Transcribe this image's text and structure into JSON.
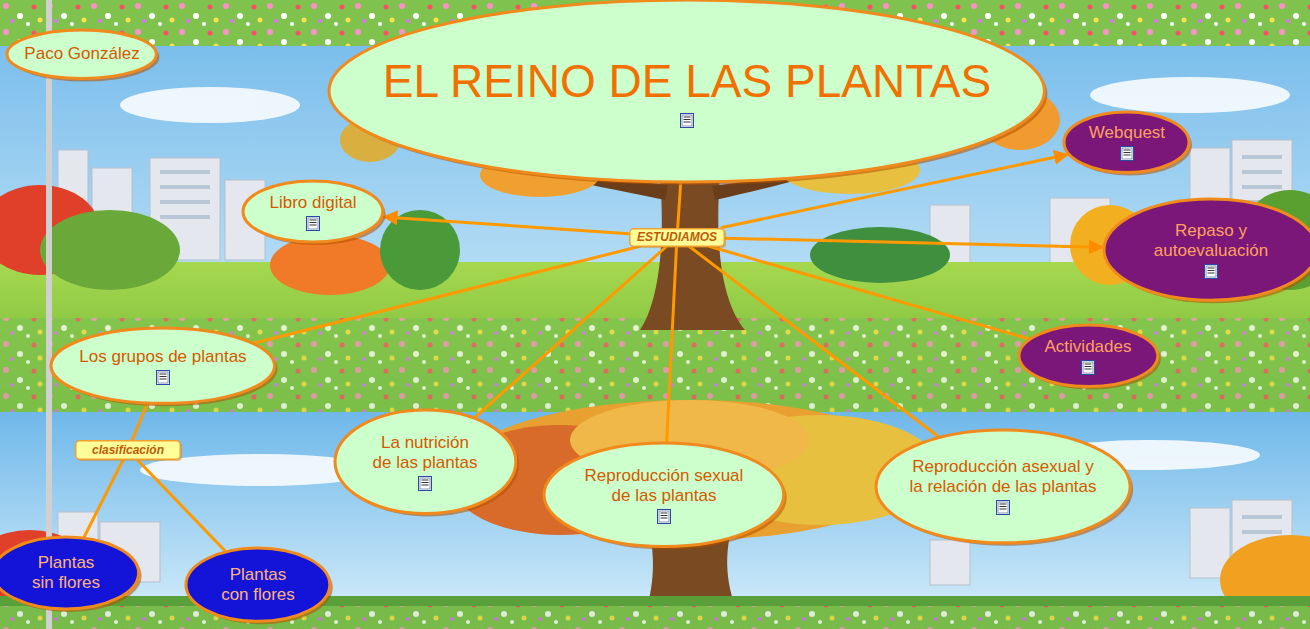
{
  "diagram": {
    "nodes": [
      {
        "text": [
          "Paco González"
        ]
      },
      {
        "text": [
          "EL REINO DE LAS PLANTAS"
        ]
      },
      {
        "text": [
          "Webquest"
        ]
      },
      {
        "text": [
          "Libro digital"
        ]
      },
      {
        "text": [
          "ESTUDIAMOS"
        ]
      },
      {
        "text": [
          "Repaso y autoevaluación"
        ]
      },
      {
        "text": [
          "Los grupos de plantas"
        ]
      },
      {
        "text": [
          "Actividades"
        ]
      },
      {
        "text": [
          "clasificación"
        ]
      },
      {
        "text": [
          "La nutrición de las plantas"
        ]
      },
      {
        "text": [
          "Reproducción sexual de las plantas"
        ]
      },
      {
        "text": [
          "Reproducción asexual y la relación de las plantas"
        ]
      },
      {
        "text": [
          "Plantas sin flores"
        ]
      },
      {
        "text": [
          "Plantas con flores"
        ]
      }
    ],
    "edges": [
      {
        "from": 1,
        "to": 4,
        "arrow": "none"
      },
      {
        "from": 4,
        "to": 3,
        "arrow": "to"
      },
      {
        "from": 4,
        "to": 2,
        "arrow": "to"
      },
      {
        "from": 4,
        "to": 5,
        "arrow": "to"
      },
      {
        "from": 4,
        "to": 6,
        "arrow": "none"
      },
      {
        "from": 4,
        "to": 7,
        "arrow": "none"
      },
      {
        "from": 4,
        "to": 9,
        "arrow": "none"
      },
      {
        "from": 4,
        "to": 10,
        "arrow": "none"
      },
      {
        "from": 4,
        "to": 11,
        "arrow": "none"
      },
      {
        "from": 6,
        "to": 8,
        "arrow": "none"
      },
      {
        "from": 8,
        "to": 12,
        "arrow": "none"
      },
      {
        "from": 8,
        "to": 13,
        "arrow": "none"
      }
    ]
  }
}
